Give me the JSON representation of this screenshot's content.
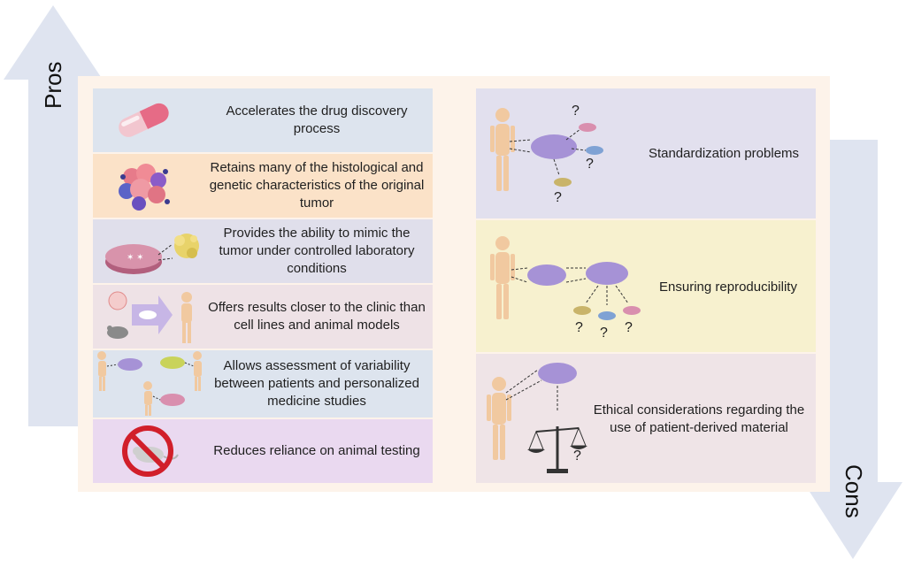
{
  "arrows": {
    "pros_label": "Pros",
    "cons_label": "Cons"
  },
  "pros": [
    {
      "label": "Accelerates the drug discovery process",
      "icon": "pill-capsule-icon"
    },
    {
      "label": "Retains many of the histological and genetic characteristics of the original tumor",
      "icon": "tumor-cell-cluster-icon"
    },
    {
      "label": "Provides the ability to mimic the tumor under controlled laboratory conditions",
      "icon": "petri-dish-organoid-icon"
    },
    {
      "label": "Offers results closer to the clinic than cell lines and animal models",
      "icon": "models-to-patient-icon"
    },
    {
      "label": "Allows assessment of variability between patients and personalized medicine studies",
      "icon": "multiple-patients-icon"
    },
    {
      "label": "Reduces reliance on animal testing",
      "icon": "no-animal-testing-icon"
    }
  ],
  "cons": [
    {
      "label": "Standardization problems",
      "icon": "patient-dish-question-icon",
      "question_mark": "?"
    },
    {
      "label": "Ensuring reproducibility",
      "icon": "patient-dish-reproducibility-icon",
      "question_mark": "?"
    },
    {
      "label": "Ethical considerations regarding the use of patient-derived material",
      "icon": "patient-scale-ethics-icon",
      "question_mark": "?"
    }
  ],
  "colors": {
    "arrow": "#dfe4f0",
    "panel": "#fdf3ea",
    "pros_rows": [
      "#dde4ee",
      "#fbe2c8",
      "#e0dfeb",
      "#eee2e6",
      "#dde4ee",
      "#ead9f0"
    ],
    "cons_rows": [
      "#e2e0ee",
      "#f7f1cf",
      "#efe4e7"
    ]
  }
}
